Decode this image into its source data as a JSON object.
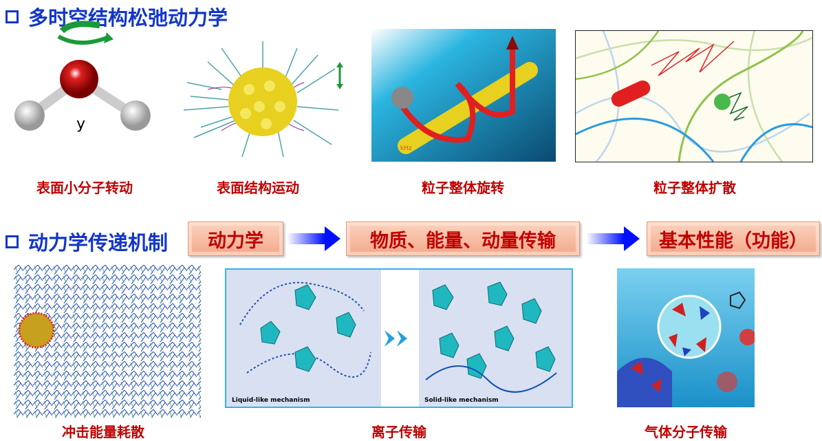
{
  "section1": {
    "title": "多时空结构松弛动力学"
  },
  "row1": [
    {
      "label": "表面小分子转动",
      "axis_text": "y"
    },
    {
      "label": "表面结构运动"
    },
    {
      "label": "粒子整体旋转",
      "rod_text": "kHz"
    },
    {
      "label": "粒子整体扩散"
    }
  ],
  "section2": {
    "title": "动力学传递机制"
  },
  "flow": [
    "动力学",
    "物质、能量、动量传输",
    "基本性能（功能）"
  ],
  "row3": [
    {
      "label": "冲击能量耗散"
    },
    {
      "label": "离子传输",
      "left_caption": "Liquid-like mechanism",
      "right_caption": "Solid-like mechanism"
    },
    {
      "label": "气体分子传输"
    }
  ],
  "colors": {
    "title": "#1236c8",
    "label": "#c00000",
    "arrow": "#0000ff"
  }
}
